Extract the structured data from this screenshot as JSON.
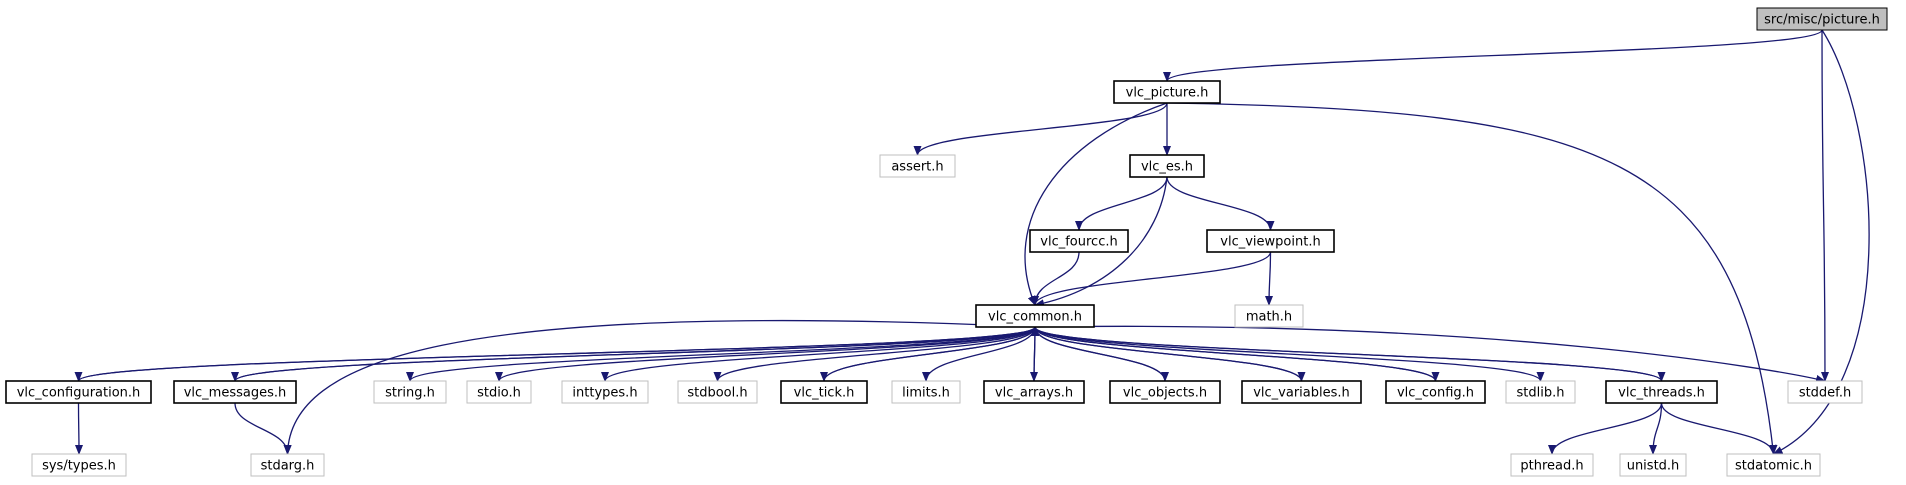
{
  "diagram": {
    "nodes": [
      {
        "id": "src_misc_picture_h",
        "label": "src/misc/picture.h",
        "kind": "root"
      },
      {
        "id": "vlc_picture_h",
        "label": "vlc_picture.h",
        "kind": "local"
      },
      {
        "id": "assert_h",
        "label": "assert.h",
        "kind": "system"
      },
      {
        "id": "vlc_es_h",
        "label": "vlc_es.h",
        "kind": "local"
      },
      {
        "id": "vlc_fourcc_h",
        "label": "vlc_fourcc.h",
        "kind": "local"
      },
      {
        "id": "vlc_viewpoint_h",
        "label": "vlc_viewpoint.h",
        "kind": "local"
      },
      {
        "id": "math_h",
        "label": "math.h",
        "kind": "system"
      },
      {
        "id": "vlc_common_h",
        "label": "vlc_common.h",
        "kind": "local"
      },
      {
        "id": "vlc_configuration_h",
        "label": "vlc_configuration.h",
        "kind": "local"
      },
      {
        "id": "vlc_messages_h",
        "label": "vlc_messages.h",
        "kind": "local"
      },
      {
        "id": "string_h",
        "label": "string.h",
        "kind": "system"
      },
      {
        "id": "stdio_h",
        "label": "stdio.h",
        "kind": "system"
      },
      {
        "id": "inttypes_h",
        "label": "inttypes.h",
        "kind": "system"
      },
      {
        "id": "stdbool_h",
        "label": "stdbool.h",
        "kind": "system"
      },
      {
        "id": "vlc_tick_h",
        "label": "vlc_tick.h",
        "kind": "local"
      },
      {
        "id": "limits_h",
        "label": "limits.h",
        "kind": "system"
      },
      {
        "id": "vlc_arrays_h",
        "label": "vlc_arrays.h",
        "kind": "local"
      },
      {
        "id": "vlc_objects_h",
        "label": "vlc_objects.h",
        "kind": "local"
      },
      {
        "id": "vlc_variables_h",
        "label": "vlc_variables.h",
        "kind": "local"
      },
      {
        "id": "vlc_config_h",
        "label": "vlc_config.h",
        "kind": "local"
      },
      {
        "id": "stdlib_h",
        "label": "stdlib.h",
        "kind": "system"
      },
      {
        "id": "vlc_threads_h",
        "label": "vlc_threads.h",
        "kind": "local"
      },
      {
        "id": "stddef_h",
        "label": "stddef.h",
        "kind": "system"
      },
      {
        "id": "sys_types_h",
        "label": "sys/types.h",
        "kind": "system"
      },
      {
        "id": "stdarg_h",
        "label": "stdarg.h",
        "kind": "system"
      },
      {
        "id": "pthread_h",
        "label": "pthread.h",
        "kind": "system"
      },
      {
        "id": "unistd_h",
        "label": "unistd.h",
        "kind": "system"
      },
      {
        "id": "stdatomic_h",
        "label": "stdatomic.h",
        "kind": "system"
      }
    ],
    "edges": [
      [
        "src_misc_picture_h",
        "vlc_picture_h"
      ],
      [
        "src_misc_picture_h",
        "stddef_h"
      ],
      [
        "src_misc_picture_h",
        "stdatomic_h"
      ],
      [
        "vlc_picture_h",
        "assert_h"
      ],
      [
        "vlc_picture_h",
        "vlc_es_h"
      ],
      [
        "vlc_picture_h",
        "vlc_common_h"
      ],
      [
        "vlc_picture_h",
        "stdatomic_h"
      ],
      [
        "vlc_es_h",
        "vlc_fourcc_h"
      ],
      [
        "vlc_es_h",
        "vlc_viewpoint_h"
      ],
      [
        "vlc_es_h",
        "vlc_common_h"
      ],
      [
        "vlc_fourcc_h",
        "vlc_common_h"
      ],
      [
        "vlc_viewpoint_h",
        "vlc_common_h"
      ],
      [
        "vlc_viewpoint_h",
        "math_h"
      ],
      [
        "vlc_common_h",
        "vlc_configuration_h"
      ],
      [
        "vlc_common_h",
        "vlc_messages_h"
      ],
      [
        "vlc_common_h",
        "string_h"
      ],
      [
        "vlc_common_h",
        "stdio_h"
      ],
      [
        "vlc_common_h",
        "inttypes_h"
      ],
      [
        "vlc_common_h",
        "stdbool_h"
      ],
      [
        "vlc_common_h",
        "vlc_tick_h"
      ],
      [
        "vlc_common_h",
        "limits_h"
      ],
      [
        "vlc_common_h",
        "vlc_arrays_h"
      ],
      [
        "vlc_common_h",
        "vlc_objects_h"
      ],
      [
        "vlc_common_h",
        "vlc_variables_h"
      ],
      [
        "vlc_common_h",
        "vlc_config_h"
      ],
      [
        "vlc_common_h",
        "stdlib_h"
      ],
      [
        "vlc_common_h",
        "vlc_threads_h"
      ],
      [
        "vlc_common_h",
        "stddef_h"
      ],
      [
        "vlc_common_h",
        "stdarg_h"
      ],
      [
        "vlc_configuration_h",
        "vlc_common_h"
      ],
      [
        "vlc_configuration_h",
        "sys_types_h"
      ],
      [
        "vlc_messages_h",
        "vlc_common_h"
      ],
      [
        "vlc_messages_h",
        "stdarg_h"
      ],
      [
        "vlc_tick_h",
        "vlc_common_h"
      ],
      [
        "vlc_arrays_h",
        "vlc_common_h"
      ],
      [
        "vlc_objects_h",
        "vlc_common_h"
      ],
      [
        "vlc_variables_h",
        "vlc_common_h"
      ],
      [
        "vlc_config_h",
        "vlc_common_h"
      ],
      [
        "vlc_threads_h",
        "vlc_common_h"
      ],
      [
        "vlc_threads_h",
        "pthread_h"
      ],
      [
        "vlc_threads_h",
        "unistd_h"
      ],
      [
        "vlc_threads_h",
        "stdatomic_h"
      ]
    ],
    "colors": {
      "edge": "#191970",
      "root_fill": "#bfbfbf",
      "local_border": "#000000",
      "system_border": "#bfbfbf"
    }
  }
}
